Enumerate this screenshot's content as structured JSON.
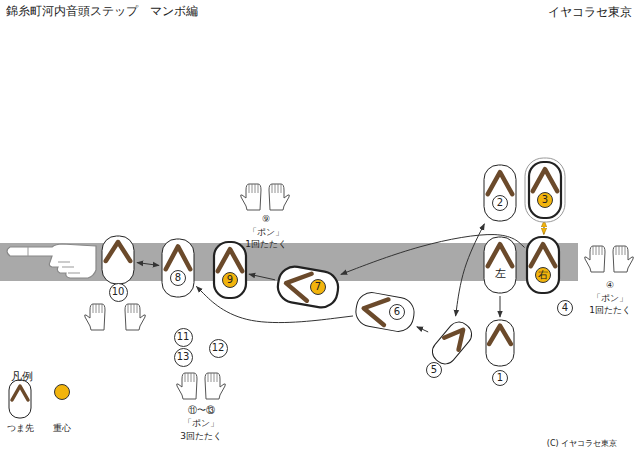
{
  "diagram": {
    "title": "錦糸町河内音頭ステップ　マンボ編",
    "nodes": [
      {
        "text": [
          "左"
        ]
      },
      {
        "text": [
          "右"
        ]
      },
      {
        "text": [
          "2"
        ]
      },
      {
        "text": [
          "3"
        ]
      },
      {
        "text": [
          "1"
        ]
      },
      {
        "text": [
          "5"
        ]
      },
      {
        "text": [
          "6"
        ]
      },
      {
        "text": [
          "7"
        ]
      },
      {
        "text": [
          "9"
        ]
      },
      {
        "text": [
          "8"
        ]
      },
      {
        "text": [
          "10"
        ]
      }
    ],
    "edges": [
      {
        "from": 0,
        "to": 4,
        "arrow": "to"
      },
      {
        "from": 1,
        "to": 3,
        "arrow": "both"
      },
      {
        "from": 2,
        "to": 5,
        "arrow": "both"
      },
      {
        "from": 5,
        "to": 6,
        "arrow": "to"
      },
      {
        "from": 1,
        "to": 7,
        "arrow": "to"
      },
      {
        "from": 7,
        "to": 8,
        "arrow": "to"
      },
      {
        "from": 6,
        "to": 9,
        "arrow": "to"
      },
      {
        "from": 9,
        "to": 10,
        "arrow": "both"
      }
    ],
    "labels": [
      "イヤコラセ東京",
      "4",
      "⑨",
      "「ポン」",
      "1回たたく",
      "④",
      "「ポン」",
      "1回たたく",
      "11",
      "12",
      "13",
      "⑪〜⑬",
      "「ポン」",
      "3回たたく",
      "凡例",
      "(C) イヤコラセ東京"
    ],
    "legend": [
      {
        "text": "つま先"
      },
      {
        "text": "重心",
        "color": "#f2b40c"
      }
    ]
  }
}
